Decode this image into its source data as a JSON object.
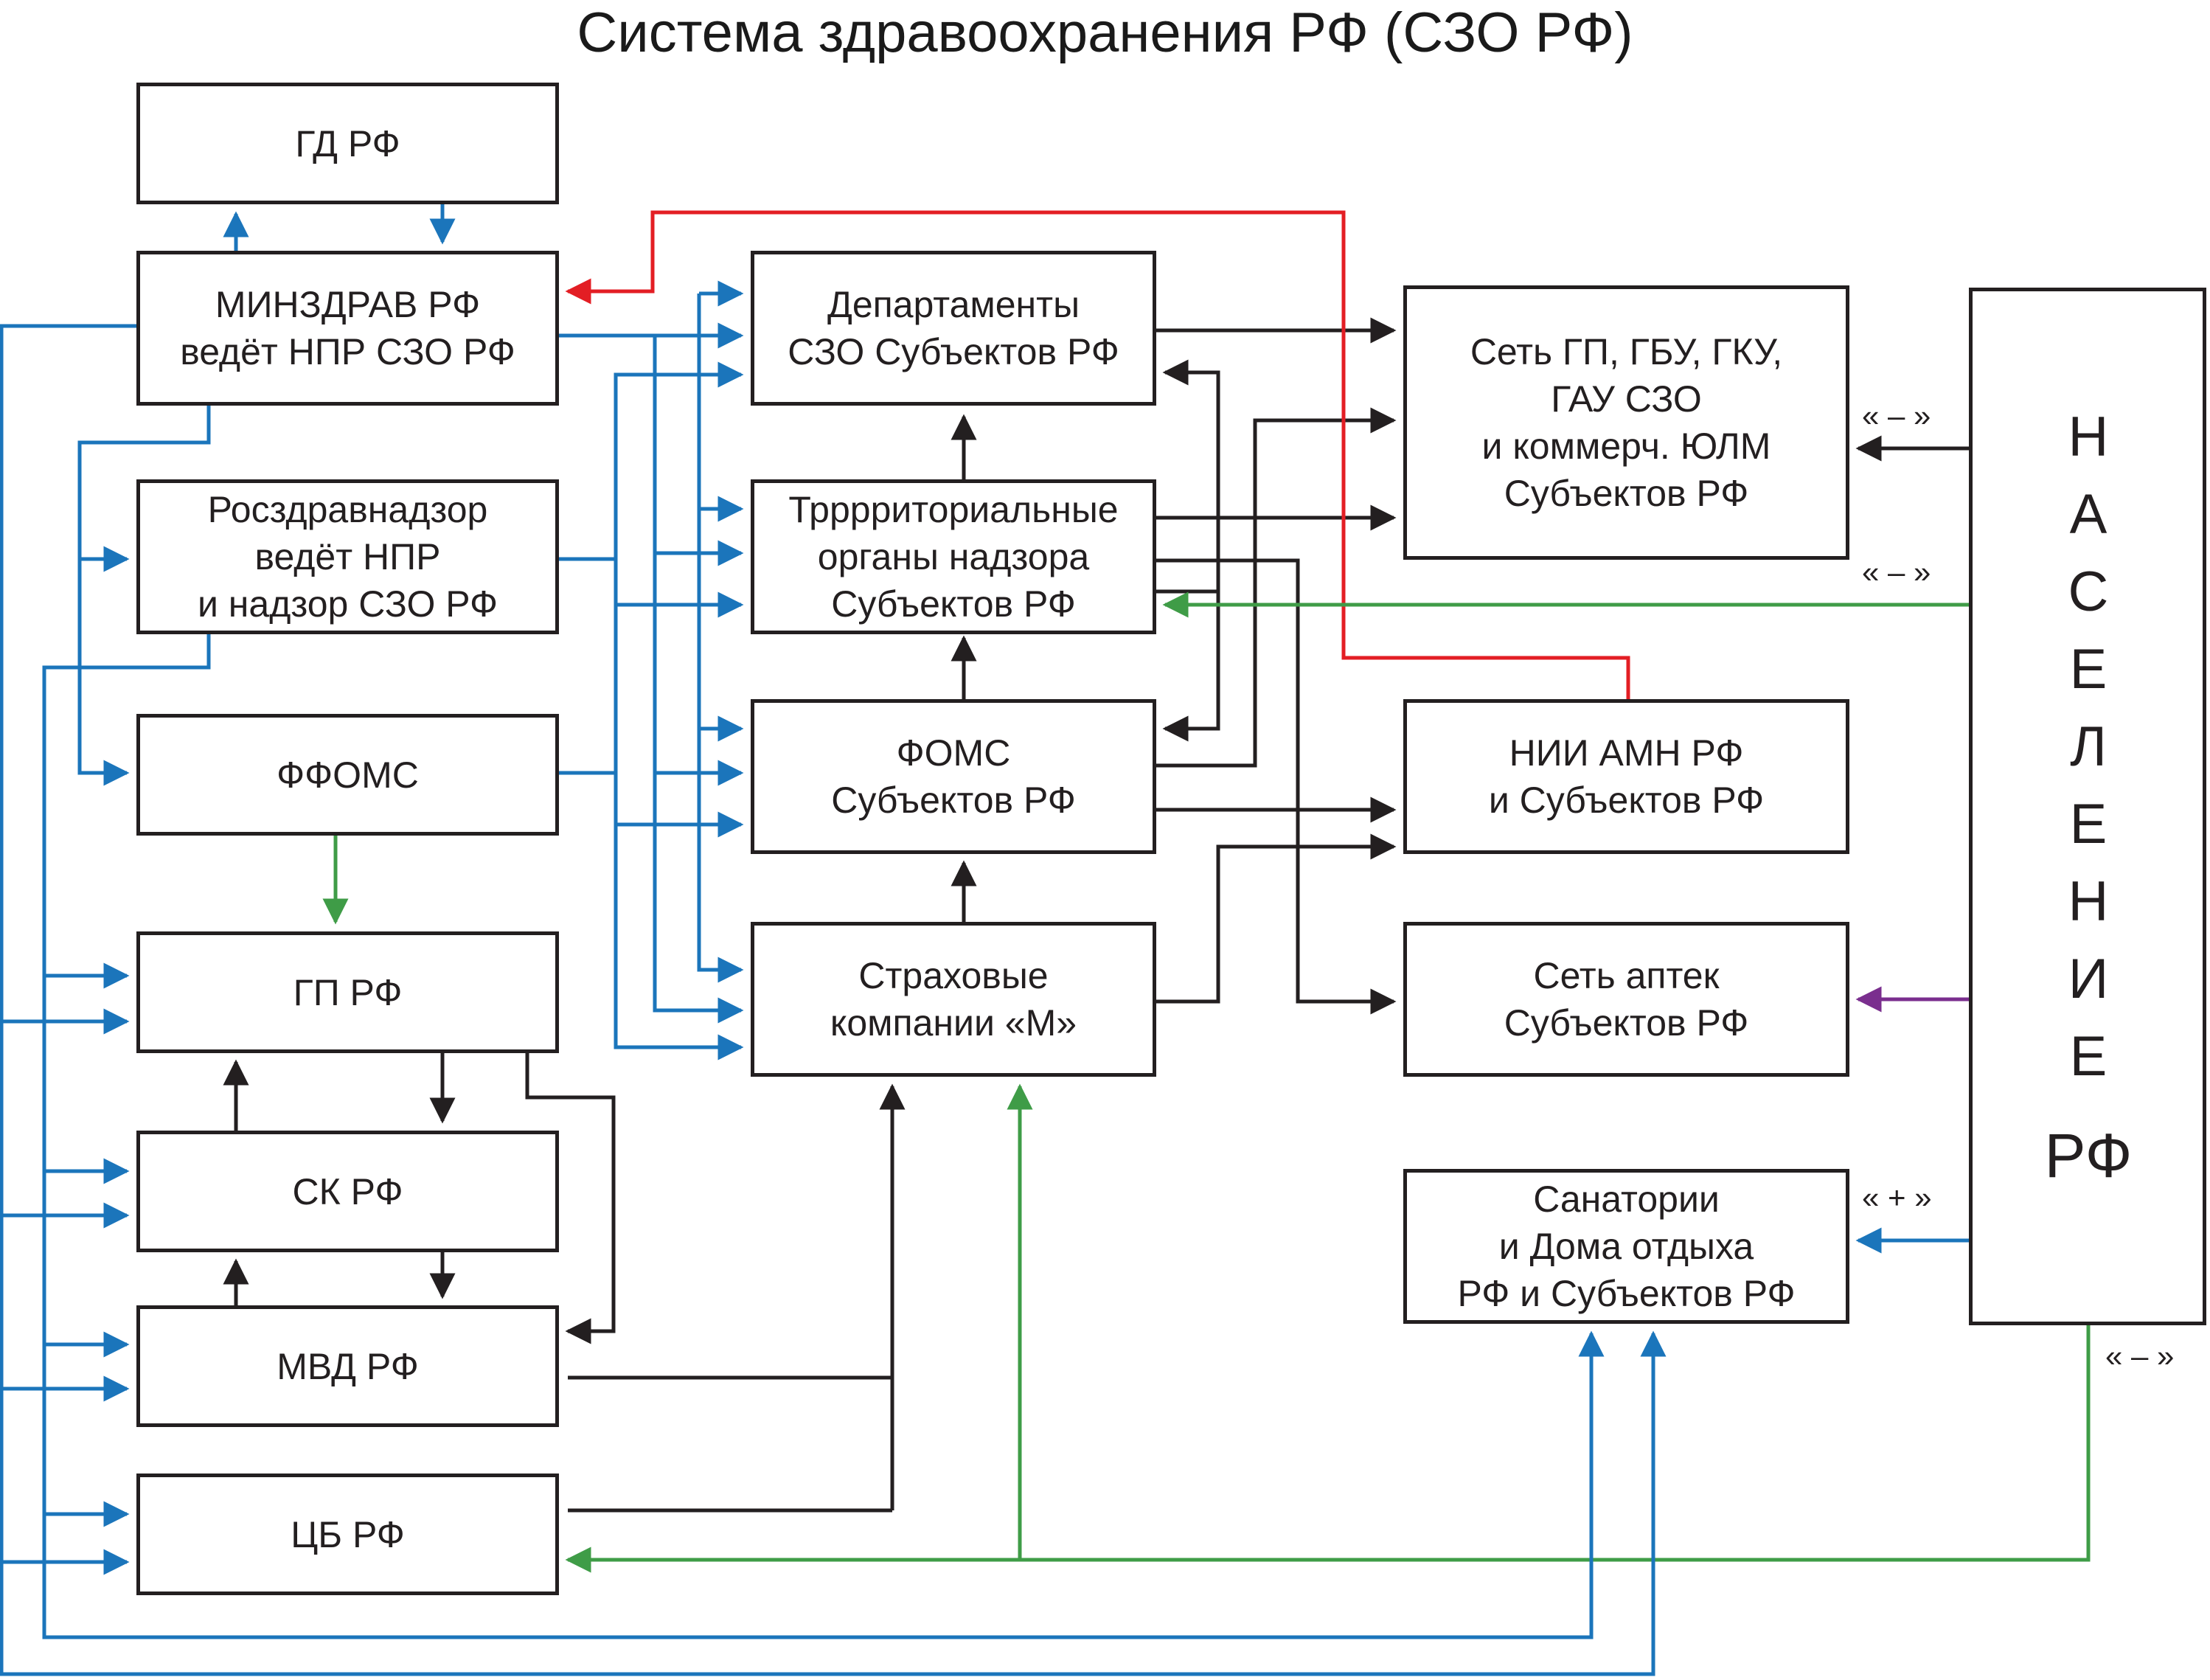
{
  "title": "Система здравоохранения РФ (СЗО РФ)",
  "boxes": {
    "gd": [
      "ГД РФ"
    ],
    "minzdrav": [
      "МИНЗДРАВ РФ",
      "ведёт НПР СЗО РФ"
    ],
    "roszdrav": [
      "Росздравнадзор",
      "ведёт НПР",
      "и надзор СЗО РФ"
    ],
    "ffoms": [
      "ФФОМС"
    ],
    "gp": [
      "ГП РФ"
    ],
    "sk": [
      "СК РФ"
    ],
    "mvd": [
      "МВД РФ"
    ],
    "cb": [
      "ЦБ РФ"
    ],
    "dep": [
      "Департаменты",
      "СЗО Субъектов РФ"
    ],
    "terr": [
      "Трррриториальные",
      "органы надзора",
      "Субъектов РФ"
    ],
    "foms": [
      "ФОМС",
      "Субъектов РФ"
    ],
    "strah": [
      "Страховые",
      "компании «М»"
    ],
    "set_gp": [
      "Сеть ГП, ГБУ, ГКУ,",
      "ГАУ СЗО",
      "и коммерч. ЮЛМ",
      "Субъектов РФ"
    ],
    "nii": [
      "НИИ АМН РФ",
      "и Субъектов РФ"
    ],
    "apteki": [
      "Сеть аптек",
      "Субъектов РФ"
    ],
    "sanat": [
      "Санатории",
      "и Дома отдыха",
      "РФ и Субъектов РФ"
    ]
  },
  "population": {
    "letters": [
      "Н",
      "А",
      "С",
      "Е",
      "Л",
      "Е",
      "Н",
      "И",
      "Е"
    ],
    "suffix": "РФ"
  },
  "signs": {
    "to_set_gp": "« – »",
    "to_terr": "« – »",
    "to_sanat": "« + »",
    "bottom": "« – »"
  },
  "colors": {
    "black": "#231f20",
    "blue": "#1b75bb",
    "red": "#e31e24",
    "green": "#3f9c47",
    "purple": "#7a2e8e"
  }
}
